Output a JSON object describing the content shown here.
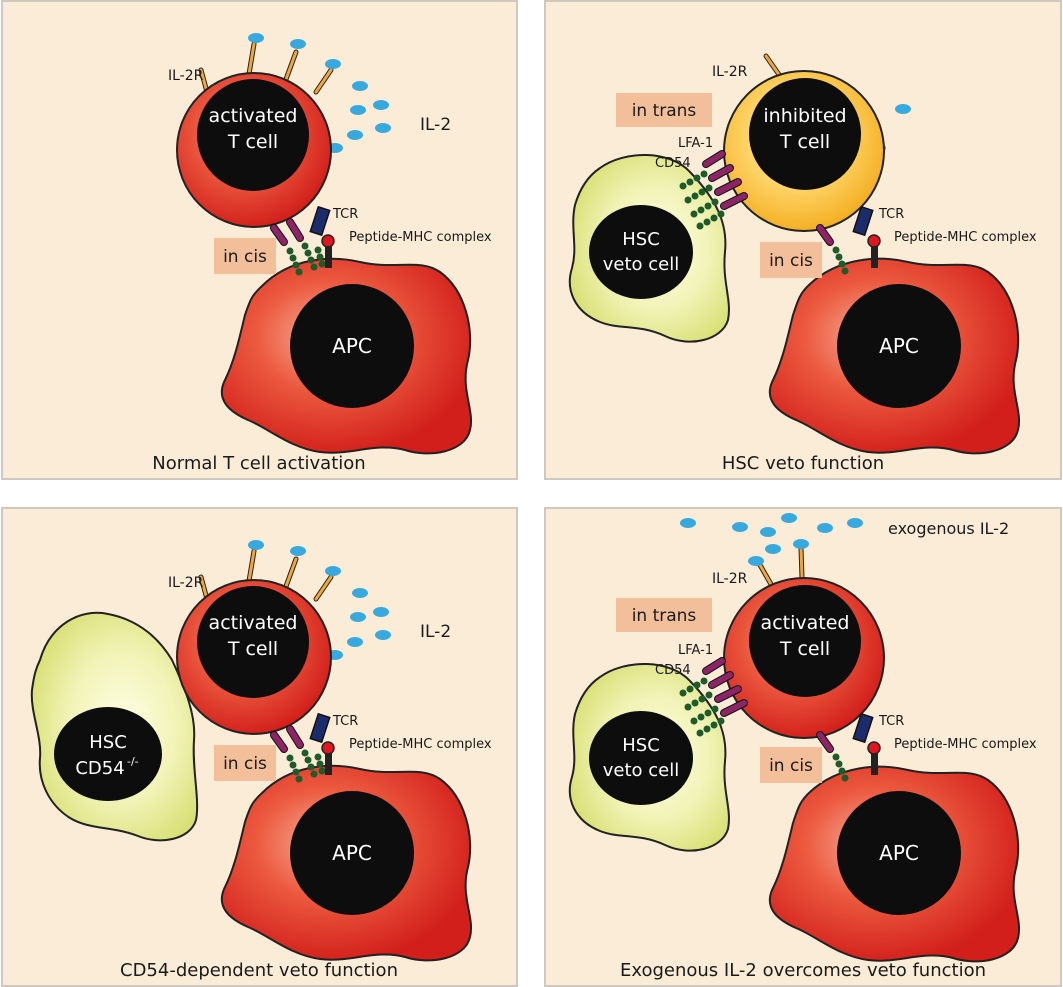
{
  "panels": [
    {
      "caption": "Normal T cell activation",
      "t_cell": [
        "activated",
        "T cell"
      ],
      "il2r": "IL-2R",
      "il2": "IL-2",
      "tcr": "TCR",
      "pmhc": "Peptide-MHC complex",
      "cis": "in cis",
      "apc": "APC"
    },
    {
      "caption": "HSC veto function",
      "t_cell": [
        "inhibited",
        "T cell"
      ],
      "il2r": "IL-2R",
      "trans": "in trans",
      "lfa1": "LFA-1",
      "cd54": "CD54",
      "tcr": "TCR",
      "pmhc": "Peptide-MHC complex",
      "cis": "in cis",
      "hsc": [
        "HSC",
        "veto cell"
      ],
      "apc": "APC"
    },
    {
      "caption": "CD54-dependent veto function",
      "t_cell": [
        "activated",
        "T cell"
      ],
      "il2r": "IL-2R",
      "il2": "IL-2",
      "tcr": "TCR",
      "pmhc": "Peptide-MHC complex",
      "cis": "in cis",
      "hsc": [
        "HSC",
        "CD54"
      ],
      "hsc_sup": "-/-",
      "apc": "APC"
    },
    {
      "caption": "Exogenous IL-2 overcomes veto function",
      "t_cell": [
        "activated",
        "T cell"
      ],
      "il2r": "IL-2R",
      "exo": "exogenous IL-2",
      "trans": "in trans",
      "lfa1": "LFA-1",
      "cd54": "CD54",
      "tcr": "TCR",
      "pmhc": "Peptide-MHC complex",
      "cis": "in cis",
      "hsc": [
        "HSC",
        "veto cell"
      ],
      "apc": "APC"
    }
  ],
  "colors": {
    "panel_bg": "#fbecd7",
    "panel_border": "#cfc8bf",
    "cell_red": "#d9261c",
    "cell_yellow": "#f5b523",
    "hsc_yellow": "#e3e88c",
    "nucleus": "#0d0d0d",
    "il2": "#37a9de",
    "receptor": "#f2a53b",
    "lfa1": "#8c2466",
    "cd54": "#1f5a2a",
    "tcr": "#1c2c6b",
    "mhc": "#e2141f",
    "label_box": "#f3bf9b"
  }
}
